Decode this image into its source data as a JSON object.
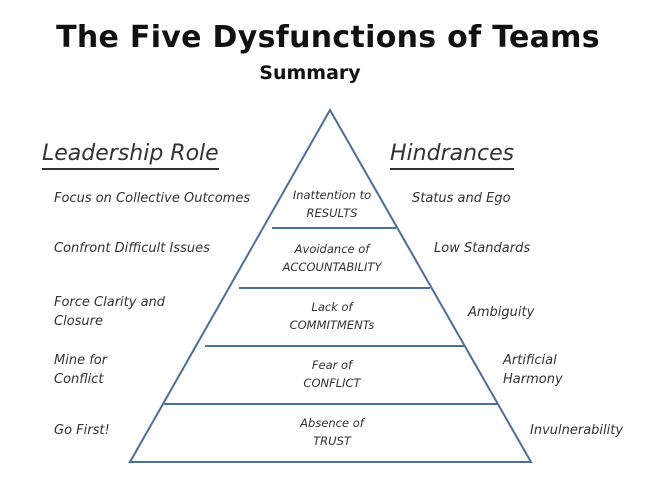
{
  "title": "The Five Dysfunctions of Teams",
  "subtitle": "Summary",
  "leadership": {
    "heading": "Leadership Role",
    "items": [
      "Focus on Collective Outcomes",
      "Confront Difficult Issues",
      "Force Clarity and Closure",
      "Mine for Conflict",
      "Go First!"
    ]
  },
  "hindrances": {
    "heading": "Hindrances",
    "items": [
      "Status and Ego",
      "Low Standards",
      "Ambiguity",
      "Artificial Harmony",
      "Invulnerability"
    ]
  },
  "pyramid": {
    "tiers": [
      {
        "line1": "Inattention to",
        "line2": "RESULTS"
      },
      {
        "line1": "Avoidance of",
        "line2": "ACCOUNTABILITY"
      },
      {
        "line1": "Lack of",
        "line2": "COMMITMENTs"
      },
      {
        "line1": "Fear of",
        "line2": "CONFLICT"
      },
      {
        "line1": "Absence of",
        "line2": "TRUST"
      }
    ],
    "line_color": "#4a6f9a"
  }
}
